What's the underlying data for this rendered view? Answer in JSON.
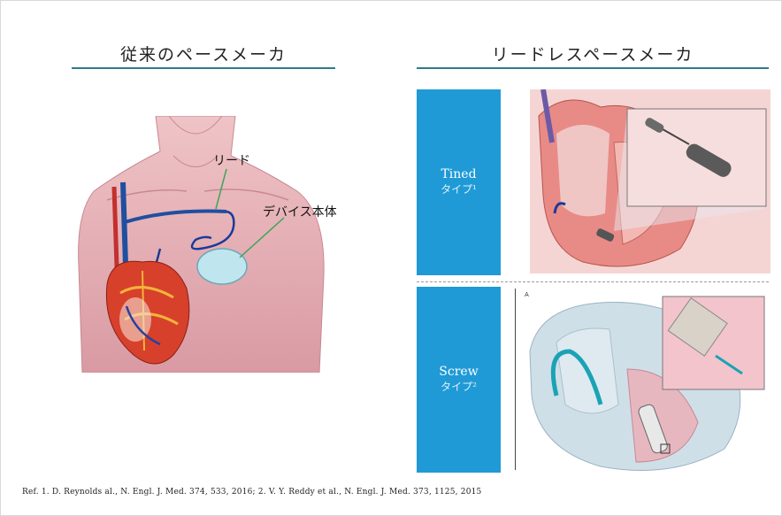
{
  "left": {
    "heading": "従来のペースメーカ",
    "label_lead": "リード",
    "label_device": "デバイス本体"
  },
  "right": {
    "heading": "リードレスペースメーカ",
    "panel_tined": {
      "title": "Tined",
      "subtitle": "タイプ¹"
    },
    "panel_screw": {
      "title": "Screw",
      "subtitle": "タイプ²"
    }
  },
  "reference": "Ref. 1. D. Reynolds al., N.  Engl. J. Med. 374, 533, 2016;  2. V. Y. Reddy et al., N. Engl. J. Med. 373, 1125, 2015",
  "colors": {
    "accent_rule": "#2f7c8a",
    "panel_blue": "#1f9ad6"
  }
}
